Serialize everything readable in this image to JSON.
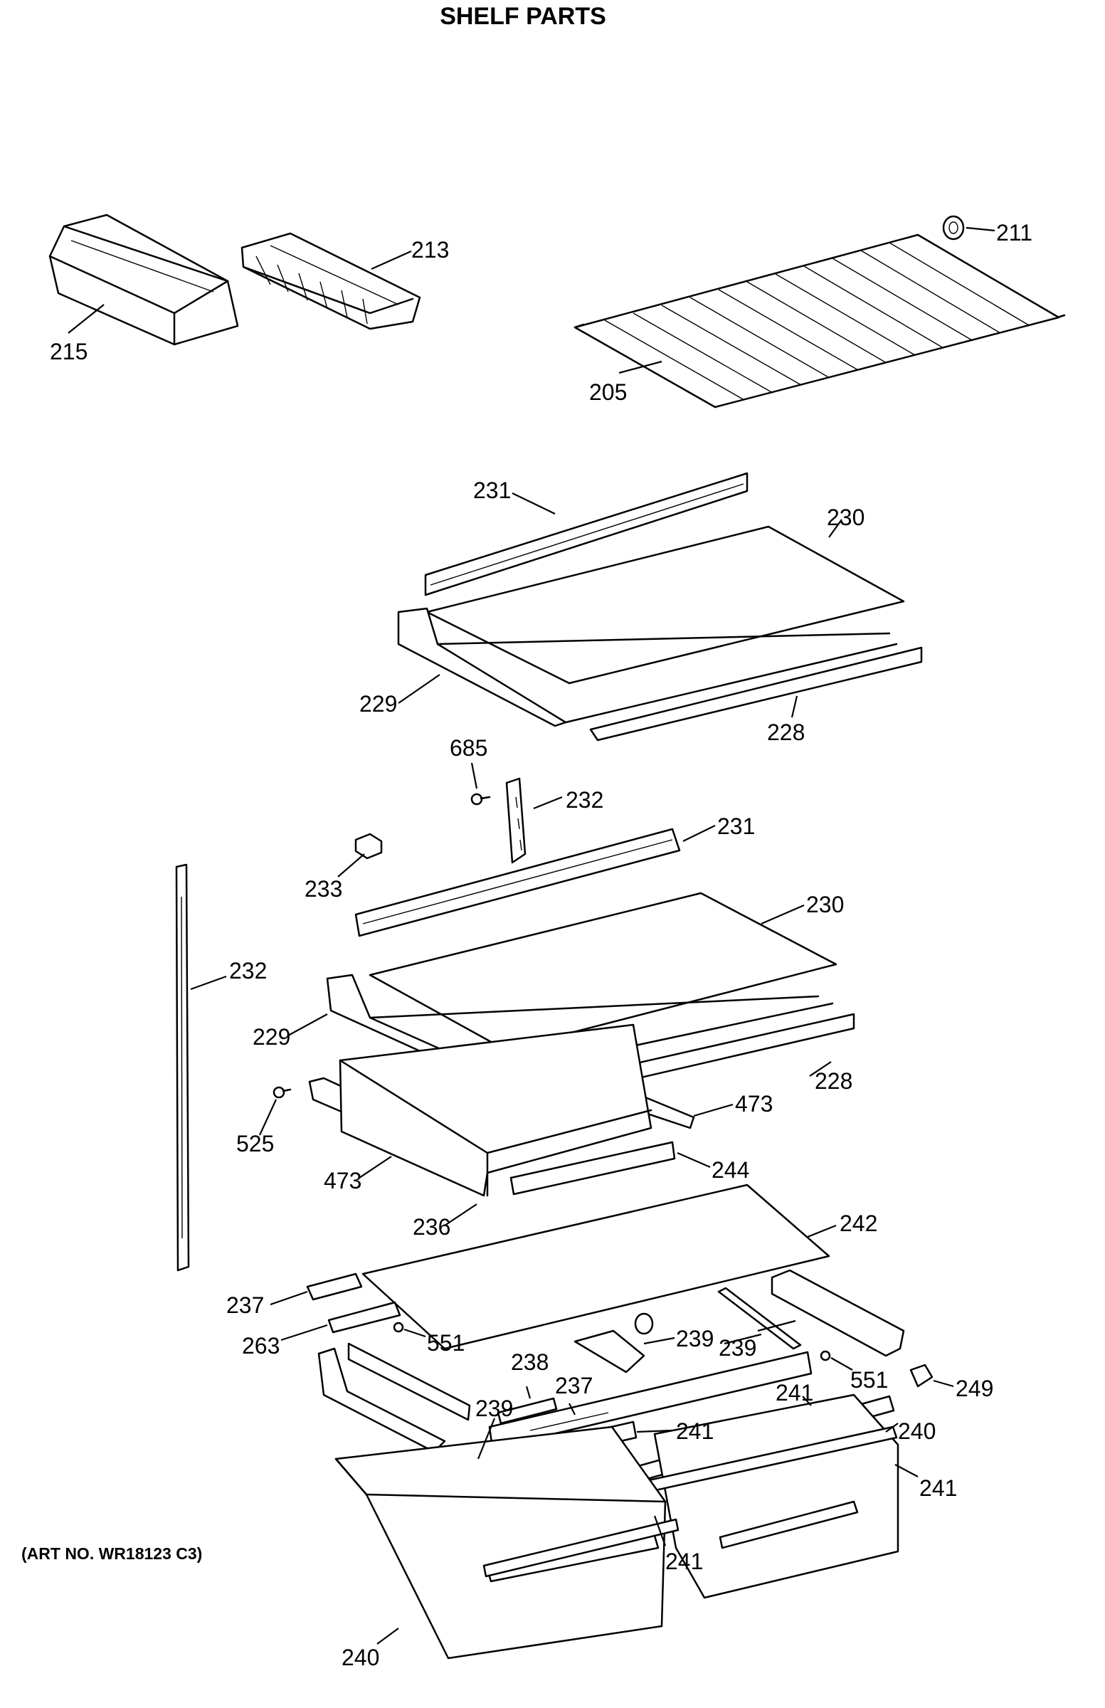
{
  "title": "SHELF PARTS",
  "art_number": "(ART NO. WR18123 C3)",
  "callouts": {
    "c215": "215",
    "c213": "213",
    "c211": "211",
    "c205": "205",
    "c231a": "231",
    "c230a": "230",
    "c229a": "229",
    "c228a": "228",
    "c685": "685",
    "c232a": "232",
    "c231b": "231",
    "c233": "233",
    "c230b": "230",
    "c232b": "232",
    "c229b": "229",
    "c228b": "228",
    "c473a": "473",
    "c525": "525",
    "c473b": "473",
    "c244": "244",
    "c236": "236",
    "c242": "242",
    "c237a": "237",
    "c263": "263",
    "c551a": "551",
    "c239a": "239",
    "c239b": "239",
    "c551b": "551",
    "c249": "249",
    "c238": "238",
    "c239c": "239",
    "c237b": "237",
    "c241a": "241",
    "c241b": "241",
    "c240a": "240",
    "c241c": "241",
    "c241d": "241",
    "c240b": "240"
  }
}
